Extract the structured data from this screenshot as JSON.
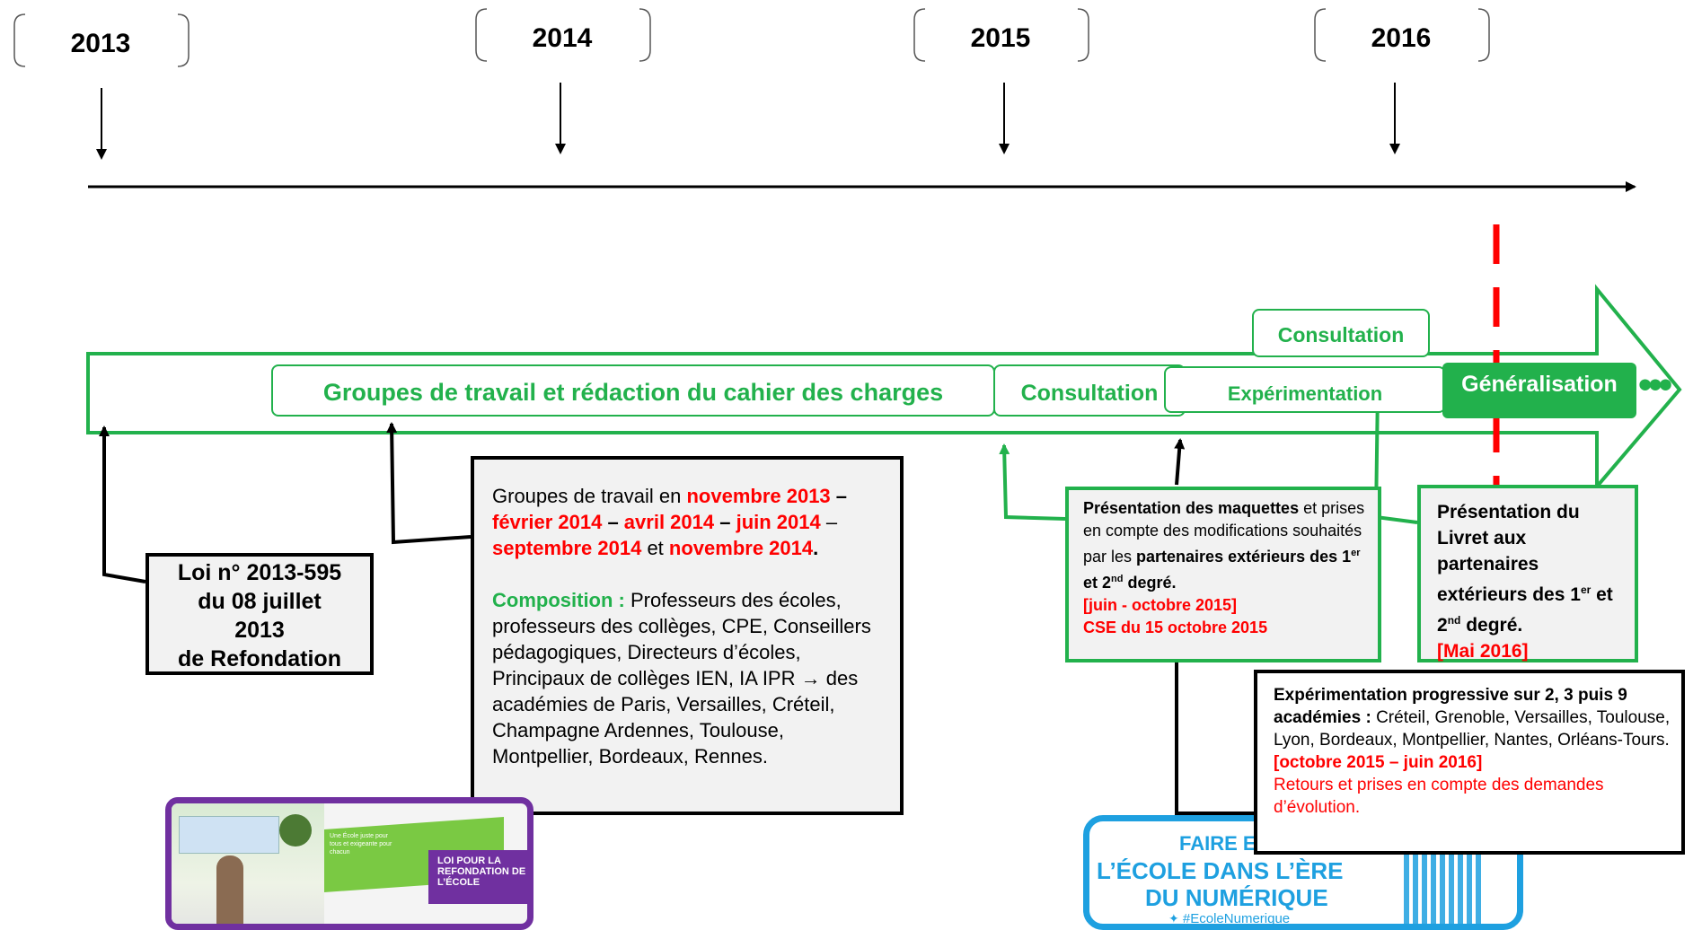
{
  "timeline": {
    "years": [
      "2013",
      "2014",
      "2015",
      "2016"
    ]
  },
  "phases": {
    "groupes": "Groupes de travail et rédaction du cahier des charges",
    "consultation_1": "Consultation",
    "consultation_2": "Consultation",
    "experimentation": "Expérimentation",
    "generalisation": "Généralisation",
    "ellipsis": "•••"
  },
  "cards": {
    "loi": {
      "line1": "Loi  n° 2013-595",
      "line2": "du 08 juillet",
      "line3": "2013",
      "line4": "de Refondation"
    },
    "groupes": {
      "intro": "Groupes de travail en ",
      "d1": "novembre 2013",
      "s1": " – ",
      "d2": "février 2014",
      "s2": " – ",
      "d3": "avril 2014",
      "s3": " – ",
      "d4": "juin 2014",
      "s4": " – ",
      "d5": "septembre 2014",
      "s5": " et ",
      "d6": "novembre 2014",
      "s6": ".",
      "comp_label": "Composition : ",
      "comp_text": "Professeurs des écoles, professeurs des collèges, CPE, Conseillers pédagogiques, Directeurs d’écoles, Principaux de collèges IEN, IA IPR  → des académies de Paris, Versailles, Créteil, Champagne Ardennes, Toulouse, Montpellier, Bordeaux, Rennes."
    },
    "maquettes": {
      "b1": "Présentation des maquettes",
      "t1": " et prises en compte des modifications souhaités par les ",
      "b2": "partenaires extérieurs des 1",
      "sup1": "er",
      "b3": " et 2",
      "sup2": "nd",
      "b4": " degré.",
      "r1": "[juin  - octobre 2015]",
      "r2": "CSE du 15 octobre 2015"
    },
    "livret": {
      "b1": "Présentation du Livret aux partenaires extérieurs des 1",
      "sup1": "er",
      "b2": " et 2",
      "sup2": "nd",
      "b3": " degré.",
      "r1": "[Mai 2016]"
    },
    "experimentation": {
      "b1": "Expérimentation progressive sur 2, 3 puis 9 académies : ",
      "t1": "Créteil, Grenoble, Versailles, Toulouse, Lyon, Bordeaux, Montpellier, Nantes, Orléans-Tours.",
      "r1": "[octobre 2015 – juin 2016]",
      "r2": "Retours et prises en compte des demandes d’évolution."
    }
  },
  "logos": {
    "refondation": {
      "tagline": "Une École juste pour tous et exigeante pour chacun",
      "title": "LOI POUR LA REFONDATION DE L’ÉCOLE"
    },
    "numerique": {
      "line1": "FAIRE ENTRER",
      "line2": "L’ÉCOLE DANS L’ÈRE",
      "line3": "DU NUMÉRIQUE",
      "hashtag": "#EcoleNumerique"
    }
  },
  "colors": {
    "green": "#22b14c",
    "red": "#ff0000",
    "card_bg": "#f2f2f2",
    "purple": "#7030a0",
    "blue": "#1ea0e0"
  }
}
